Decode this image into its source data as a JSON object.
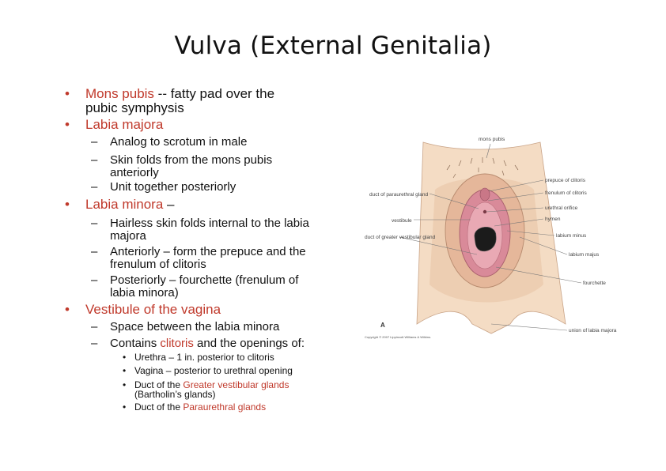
{
  "title": "Vulva (External Genitalia)",
  "bullets": {
    "mons_term": "Mons pubis",
    "mons_desc_1": " -- fatty pad over the",
    "mons_desc_2": "pubic symphysis",
    "majora_term": "Labia majora",
    "majora_sub_1": "Analog to scrotum in male",
    "majora_sub_2a": "Skin folds from the mons pubis",
    "majora_sub_2b": "anteriorly",
    "majora_sub_3": "Unit together posteriorly",
    "minora_term": "Labia minora",
    "minora_dash": " –",
    "minora_sub_1a": "Hairless skin folds internal to the labia",
    "minora_sub_1b": "majora",
    "minora_sub_2a": "Anteriorly – form the prepuce and the",
    "minora_sub_2b": "frenulum of clitoris",
    "minora_sub_3a": "Posteriorly – fourchette (frenulum of",
    "minora_sub_3b": "labia minora)",
    "vestibule_term": "Vestibule of the vagina",
    "vest_sub_1": "Space between the labia minora",
    "vest_sub_2a": "Contains ",
    "vest_sub_2_term": "clitoris",
    "vest_sub_2b": " and the openings of:",
    "open_1": "Urethra – 1 in. posterior to clitoris",
    "open_2": "Vagina – posterior to urethral opening",
    "open_3a": "Duct of the ",
    "open_3_term": "Greater vestibular glands",
    "open_3b": "(Bartholin’s glands)",
    "open_4a": "Duct of the ",
    "open_4_term": "Paraurethral glands"
  },
  "figure": {
    "labels": {
      "mons_pubis": "mons pubis",
      "prepuce": "prepuce of clitoris",
      "frenulum": "frenulum of clitoris",
      "urethral_orifice": "urethral orifice",
      "hymen": "hymen",
      "labium_minus": "labium minus",
      "labium_majus": "labium majus",
      "fourchette": "fourchette",
      "union": "union of labia majora",
      "paraurethral": "duct of paraurethral gland",
      "vestibule": "vestibule",
      "greater_vestibular": "duct of greater vestibular gland"
    },
    "panel_letter": "A",
    "copyright": "Copyright © 2007 Lippincott Williams & Wilkins.",
    "colors": {
      "skin": "#f4dcc4",
      "skin_shade": "#e8c2a4",
      "minora": "#d98a99",
      "inner": "#e9a9b4",
      "opening": "#1b1b1b",
      "line": "#777777"
    }
  }
}
